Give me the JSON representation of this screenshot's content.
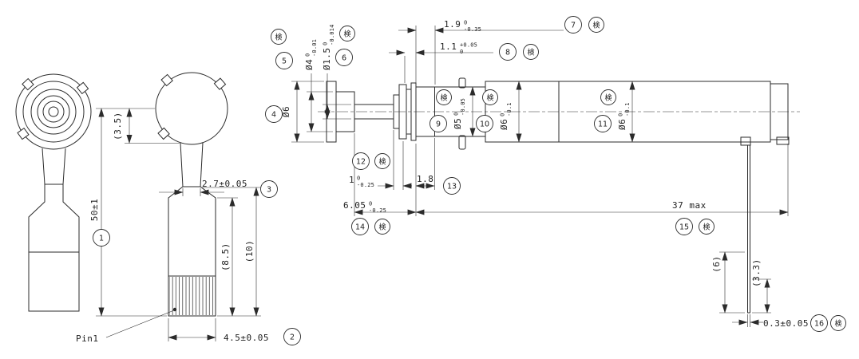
{
  "drawing": {
    "insp": "検",
    "pin_label": "Pin1",
    "balloons": {
      "b1": "1",
      "b2": "2",
      "b3": "3",
      "b4": "4",
      "b5": "5",
      "b6": "6",
      "b7": "7",
      "b8": "8",
      "b9": "9",
      "b10": "10",
      "b11": "11",
      "b12": "12",
      "b13": "13",
      "b14": "14",
      "b15": "15",
      "b16": "16"
    },
    "dims": {
      "d1": {
        "value": "50±1"
      },
      "d2": {
        "value": "4.5±0.05"
      },
      "d3": {
        "value": "2.7±0.05"
      },
      "d4": {
        "value": "Ø6"
      },
      "d5": {
        "value": "Ø4",
        "up": "0",
        "dn": "-0.01"
      },
      "d6": {
        "value": "Ø1.5",
        "up": "0",
        "dn": "-0.014"
      },
      "d7": {
        "value": "1.9",
        "up": "0",
        "dn": "-0.35"
      },
      "d8": {
        "value": "1.1",
        "up": "+0.05",
        "dn": "0"
      },
      "d9": {
        "value": "Ø5",
        "up": "0",
        "dn": "-0.05"
      },
      "d10": {
        "value": "Ø6",
        "up": "0",
        "dn": "-0.1"
      },
      "d11": {
        "value": "Ø6",
        "up": "0",
        "dn": "-0.1"
      },
      "d12": {
        "value": "1",
        "up": "0",
        "dn": "-0.25"
      },
      "d13": {
        "value": "1.8"
      },
      "d14": {
        "value": "6.05",
        "up": "0",
        "dn": "-0.25"
      },
      "d15": {
        "value": "37 max"
      },
      "d16": {
        "value": "0.3±0.05"
      }
    },
    "refs": {
      "r35": "(3.5)",
      "r85": "(8.5)",
      "r10": "(10)",
      "r6": "(6)",
      "r33": "(3.3)"
    }
  }
}
